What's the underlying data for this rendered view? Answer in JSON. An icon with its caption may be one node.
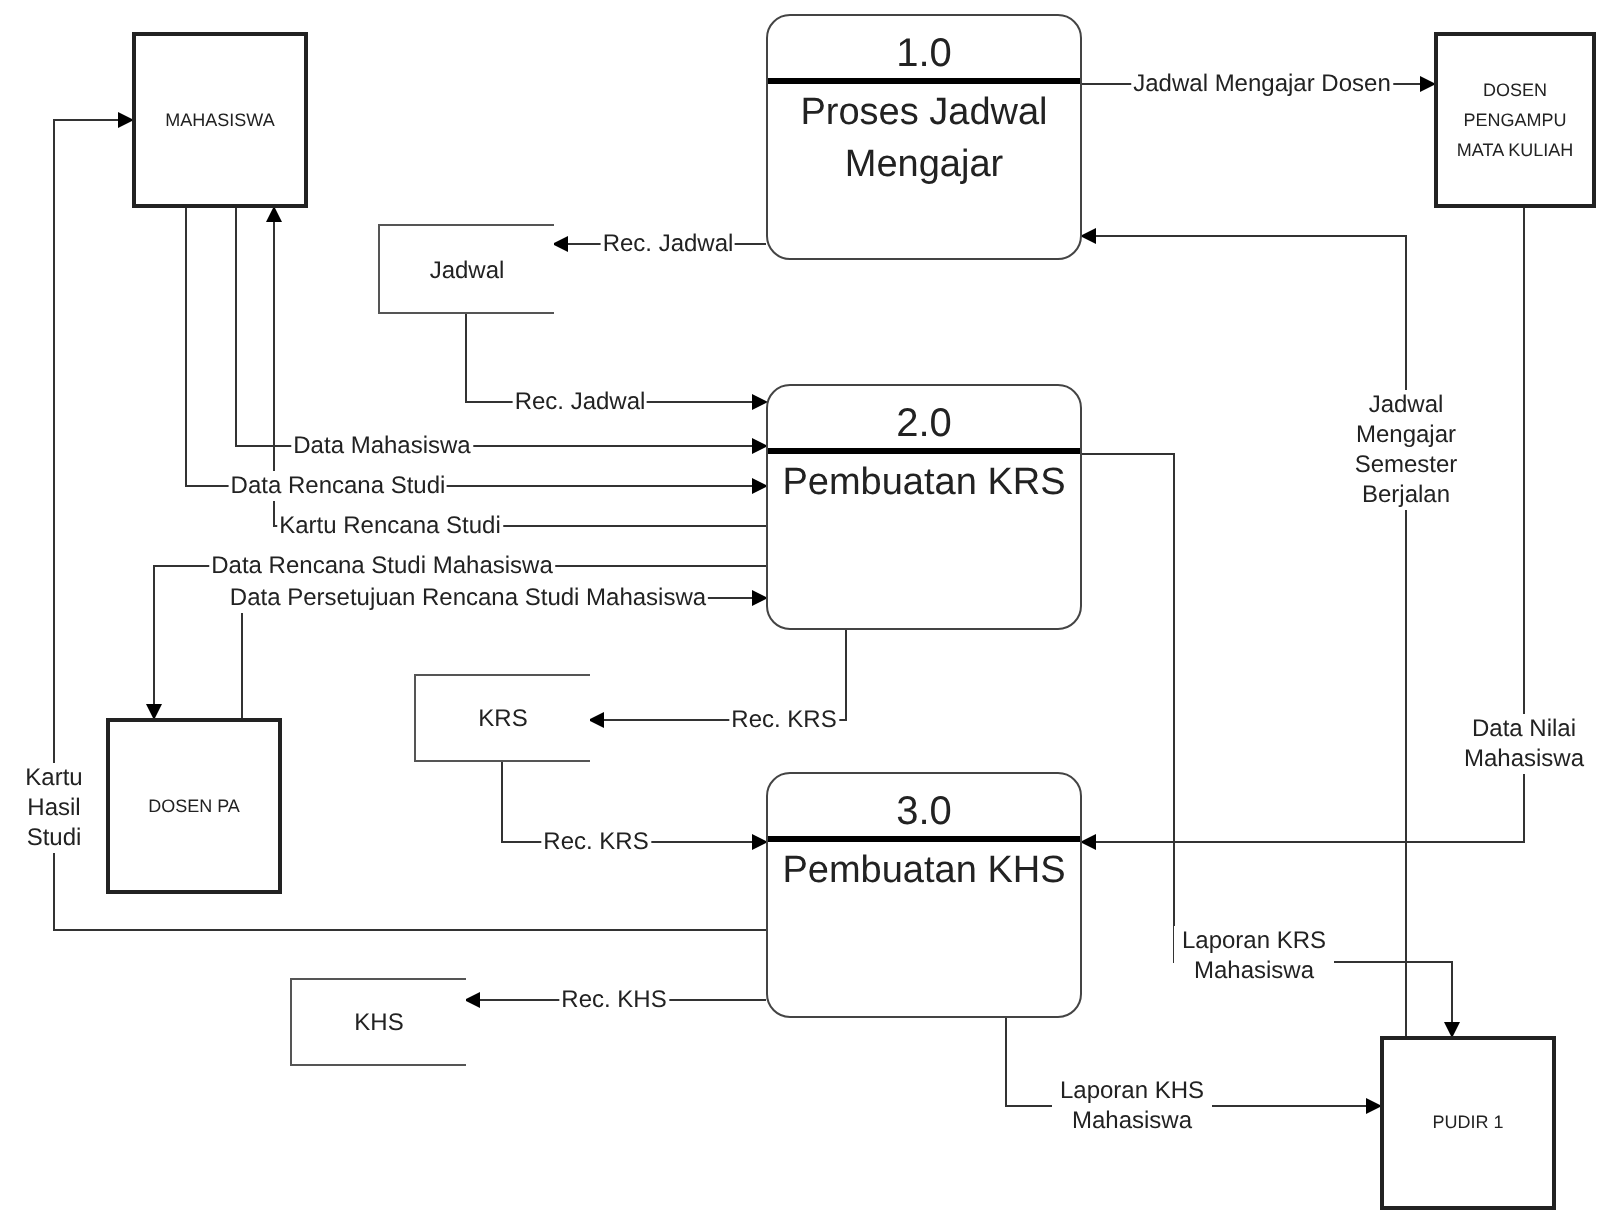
{
  "diagram": {
    "nodes": [
      {
        "text": [
          "MAHASISWA"
        ]
      },
      {
        "text": [
          "1.0",
          "Proses Jadwal Mengajar"
        ]
      },
      {
        "text": [
          "DOSEN PENGAMPU MATA KULIAH"
        ]
      },
      {
        "text": [
          "Jadwal"
        ]
      },
      {
        "text": [
          "2.0",
          "Pembuatan KRS"
        ]
      },
      {
        "text": [
          "DOSEN PA"
        ]
      },
      {
        "text": [
          "KRS"
        ]
      },
      {
        "text": [
          "3.0",
          "Pembuatan KHS"
        ]
      },
      {
        "text": [
          "KHS"
        ]
      },
      {
        "text": [
          "PUDIR 1"
        ]
      }
    ],
    "edges": [
      {
        "from": 1,
        "to": 2,
        "arrow": "to",
        "label": "Jadwal Mengajar Dosen"
      },
      {
        "from": 1,
        "to": 3,
        "arrow": "to",
        "label": "Rec. Jadwal"
      },
      {
        "from": 3,
        "to": 4,
        "arrow": "to",
        "label": "Rec. Jadwal"
      },
      {
        "from": 0,
        "to": 4,
        "arrow": "to",
        "label": "Data Mahasiswa"
      },
      {
        "from": 0,
        "to": 4,
        "arrow": "to",
        "label": "Data Rencana Studi"
      },
      {
        "from": 4,
        "to": 0,
        "arrow": "to",
        "label": "Kartu Rencana Studi"
      },
      {
        "from": 4,
        "to": 5,
        "arrow": "to",
        "label": "Data Rencana Studi Mahasiswa"
      },
      {
        "from": 5,
        "to": 4,
        "arrow": "to",
        "label": "Data Persetujuan Rencana Studi Mahasiswa"
      },
      {
        "from": 4,
        "to": 6,
        "arrow": "to",
        "label": "Rec. KRS"
      },
      {
        "from": 6,
        "to": 7,
        "arrow": "to",
        "label": "Rec. KRS"
      },
      {
        "from": 7,
        "to": 0,
        "arrow": "to",
        "label": "Kartu Hasil Studi"
      },
      {
        "from": 7,
        "to": 8,
        "arrow": "to",
        "label": "Rec. KHS"
      },
      {
        "from": 7,
        "to": 9,
        "arrow": "to",
        "label": "Laporan KHS Mahasiswa"
      },
      {
        "from": 4,
        "to": 9,
        "arrow": "to",
        "label": "Laporan KRS Mahasiswa"
      },
      {
        "from": 9,
        "to": 1,
        "arrow": "to",
        "label": "Jadwal Mengajar Semester Berjalan"
      },
      {
        "from": 2,
        "to": 7,
        "arrow": "to",
        "label": "Data Nilai Mahasiswa"
      }
    ]
  }
}
